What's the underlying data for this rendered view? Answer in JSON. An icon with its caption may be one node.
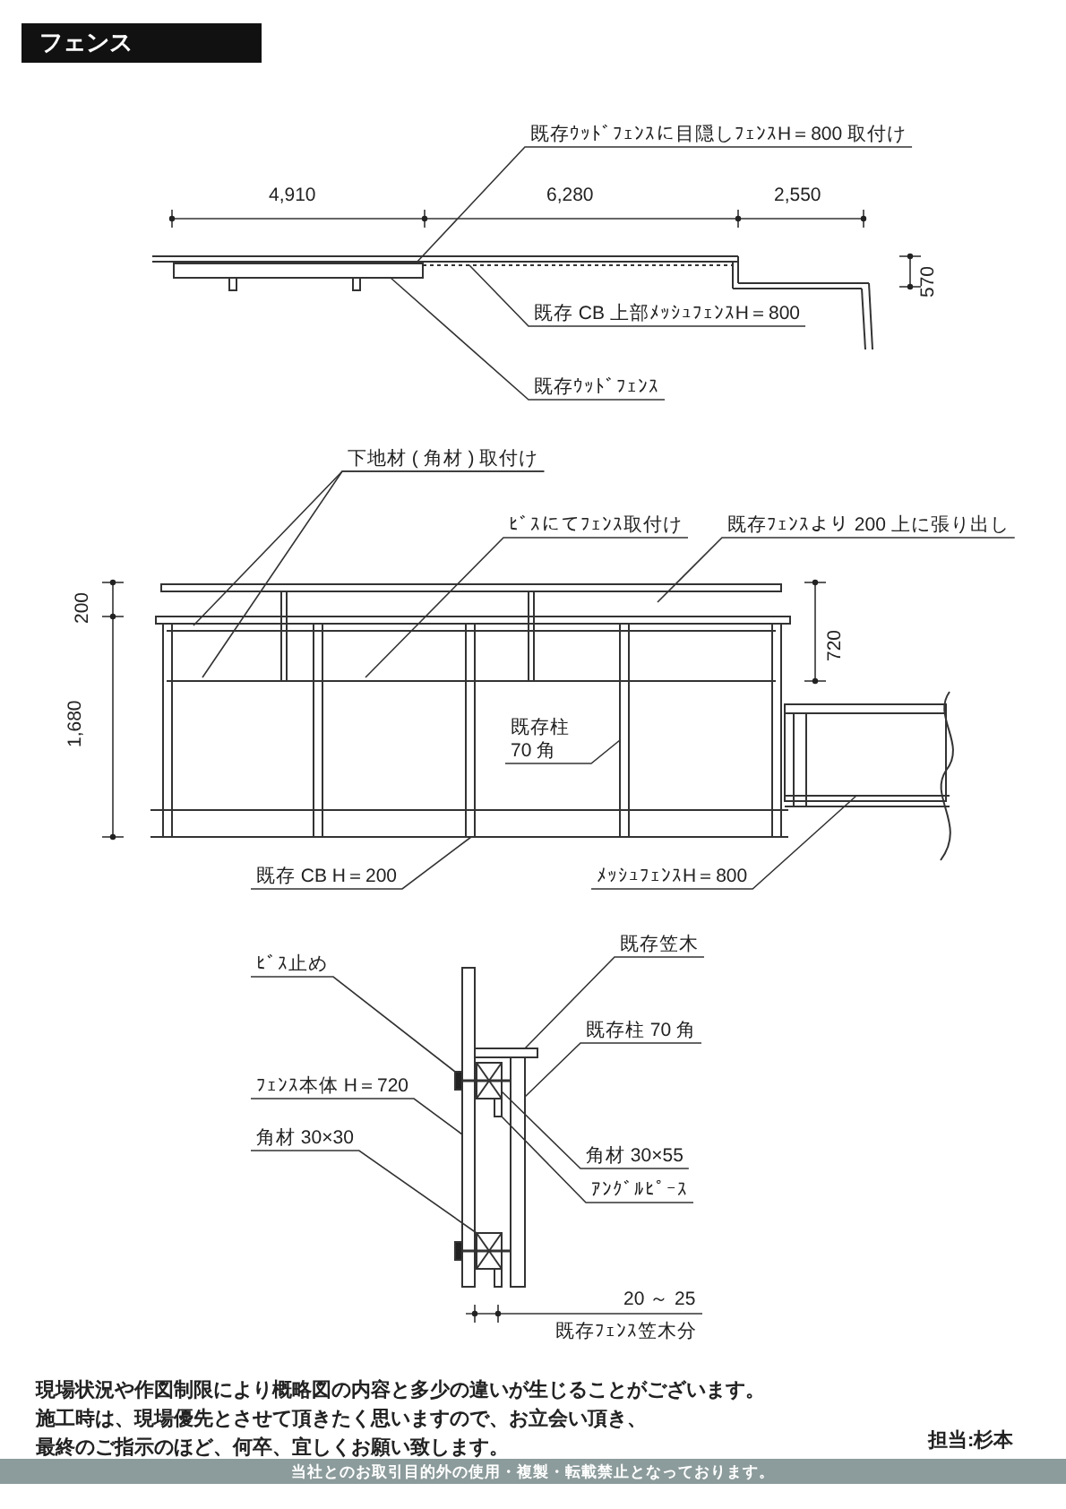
{
  "diagram": {
    "title": "フェンス",
    "nodes": [
      {
        "text": [
          "既存ｳｯﾄﾞﾌｪﾝｽに目隠しﾌｪﾝｽH＝800 取付け"
        ]
      },
      {
        "text": [
          "既存 CB 上部ﾒｯｼｭﾌｪﾝｽH＝800"
        ]
      },
      {
        "text": [
          "既存ｳｯﾄﾞﾌｪﾝｽ"
        ]
      },
      {
        "text": [
          "下地材 ( 角材 ) 取付け"
        ]
      },
      {
        "text": [
          "ﾋﾞｽにてﾌｪﾝｽ取付け"
        ]
      },
      {
        "text": [
          "既存ﾌｪﾝｽより 200 上に張り出し"
        ]
      },
      {
        "text": [
          "既存柱 70 角"
        ]
      },
      {
        "text": [
          "既存 CB H＝200"
        ]
      },
      {
        "text": [
          "ﾒｯｼｭﾌｪﾝｽH＝800"
        ]
      },
      {
        "text": [
          "既存笠木"
        ]
      },
      {
        "text": [
          "ﾋﾞｽ止め"
        ]
      },
      {
        "text": [
          "既存柱 70 角"
        ]
      },
      {
        "text": [
          "ﾌｪﾝｽ本体 H＝720"
        ]
      },
      {
        "text": [
          "角材 30×30"
        ]
      },
      {
        "text": [
          "角材 30×55"
        ]
      },
      {
        "text": [
          "ｱﾝｸﾞﾙﾋﾟｰｽ"
        ]
      },
      {
        "text": [],
        "shape": "bar"
      },
      {
        "text": [],
        "shape": "bar"
      },
      {
        "text": [],
        "shape": "bar"
      },
      {
        "text": [],
        "shape": "bar"
      },
      {
        "text": [],
        "shape": "bar"
      },
      {
        "text": [],
        "shape": "bar"
      },
      {
        "text": [],
        "shape": "box"
      },
      {
        "text": [],
        "shape": "box"
      },
      {
        "text": [],
        "shape": "bar"
      },
      {
        "text": [],
        "shape": "bar"
      }
    ],
    "edges": [
      {
        "from": 0,
        "to": 16,
        "arrow": "none"
      },
      {
        "from": 1,
        "to": 17,
        "arrow": "none"
      },
      {
        "from": 2,
        "to": 16,
        "arrow": "none"
      },
      {
        "from": 3,
        "to": null,
        "arrow": "none"
      },
      {
        "from": 3,
        "to": null,
        "arrow": "none"
      },
      {
        "from": 4,
        "to": null,
        "arrow": "none"
      },
      {
        "from": 5,
        "to": null,
        "arrow": "none"
      },
      {
        "from": 6,
        "to": null,
        "arrow": "none"
      },
      {
        "from": 7,
        "to": null,
        "arrow": "none"
      },
      {
        "from": 8,
        "to": null,
        "arrow": "none"
      },
      {
        "from": 9,
        "to": 19,
        "arrow": "none"
      },
      {
        "from": 10,
        "to": 18,
        "arrow": "none"
      },
      {
        "from": 11,
        "to": 21,
        "arrow": "none"
      },
      {
        "from": 12,
        "to": 20,
        "arrow": "none"
      },
      {
        "from": 13,
        "to": 23,
        "arrow": "none"
      },
      {
        "from": 14,
        "to": 22,
        "arrow": "none"
      },
      {
        "from": 15,
        "to": 24,
        "arrow": "none"
      }
    ],
    "labels": [
      "4,910",
      "6,280",
      "2,550",
      "570",
      "200",
      "720",
      "1,680",
      "20 ～ 25",
      "既存ﾌｪﾝｽ笠木分",
      "現場状況や作図制限により概略図の内容と多少の違いが生じることがございます。",
      "施工時は、現場優先とさせて頂きたく思いますので、お立会い頂き、",
      "最終のご指示のほど、何卒、宜しくお願い致します。",
      "担当:杉本",
      "当社とのお取引目的外の使用・複製・転載禁止となっております。"
    ]
  }
}
